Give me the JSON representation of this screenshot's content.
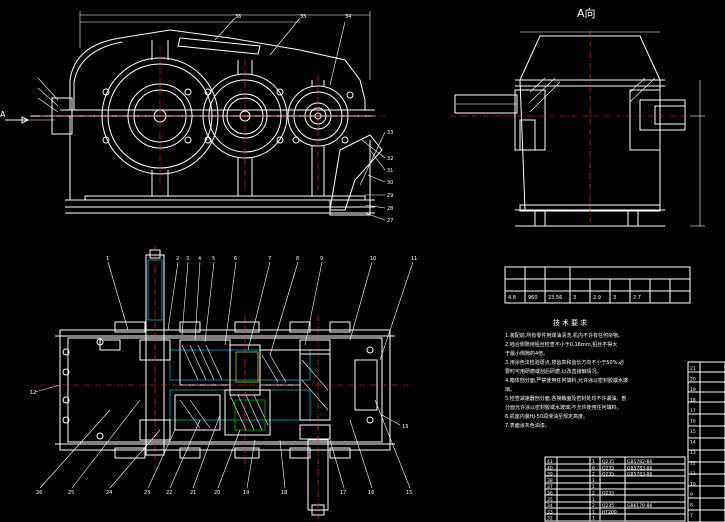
{
  "view_label": "A向",
  "arrow_label": "A",
  "notes_title": "技术要求",
  "notes": [
    "1.装配前,所有零件用煤油清洗,机内不许有任何杂物。",
    "2.啮合侧隙用铅丝检查不小于0.16mm,铅丝不得大",
    "  于最小侧隙的4倍。",
    "3.用涂色法检验斑点,按齿高和齿长方向不小于50%,必",
    "  要时可用研磨或刮后研磨,以改善接触情况。",
    "4.箱体剖分面,严禁使用任何填料,允许涂以密封胶或水玻",
    "  璃。",
    "5.检查减速器剖分面,各接触面及密封处均不许漏油。剖",
    "  分面允许涂以密封胶或水玻璃,不允许使用任何填料。",
    "6.机座内装HJ-50润滑油至规定高度。",
    "7.表面涂灰色油漆。"
  ],
  "spec_table": {
    "rows": [
      [
        "4.8",
        "960",
        "23.56",
        "3",
        "2.9",
        "3",
        "2.7"
      ]
    ]
  },
  "bom": {
    "rows": [
      [
        "41",
        "",
        "1",
        "Q235",
        "GB5782-86"
      ],
      [
        "40",
        "",
        "6",
        "Q235",
        "GB5783-86"
      ],
      [
        "39",
        "",
        "2",
        "Q235",
        "GB5783-86"
      ],
      [
        "38",
        "",
        "1",
        "",
        ""
      ],
      [
        "37",
        "",
        "1",
        "",
        ""
      ],
      [
        "36",
        "",
        "2",
        "Q235",
        ""
      ],
      [
        "35",
        "",
        "1",
        "",
        ""
      ],
      [
        "34",
        "",
        "2",
        "Q235",
        "GB6170-86"
      ],
      [
        "33",
        "",
        "1",
        "HT200",
        ""
      ],
      [
        "32",
        "",
        "1",
        "",
        ""
      ]
    ]
  },
  "bom_right": {
    "items": [
      "21",
      "20",
      "19",
      "18",
      "17",
      "16",
      "15",
      "14",
      "13",
      "12",
      "11",
      "10",
      "9",
      "8",
      "7"
    ]
  },
  "top_callouts": [
    "1",
    "2",
    "3",
    "4",
    "5",
    "6",
    "7",
    "8",
    "9",
    "10",
    "11"
  ],
  "bottom_callouts": [
    "26",
    "25",
    "24",
    "23",
    "22",
    "21",
    "20",
    "19",
    "18",
    "17",
    "16",
    "15"
  ],
  "front_callouts_right": [
    "33",
    "32",
    "31",
    "30",
    "29",
    "28",
    "27"
  ],
  "front_callouts_top": [
    "36",
    "35",
    "34"
  ],
  "left_callouts": [
    "12",
    "13"
  ]
}
